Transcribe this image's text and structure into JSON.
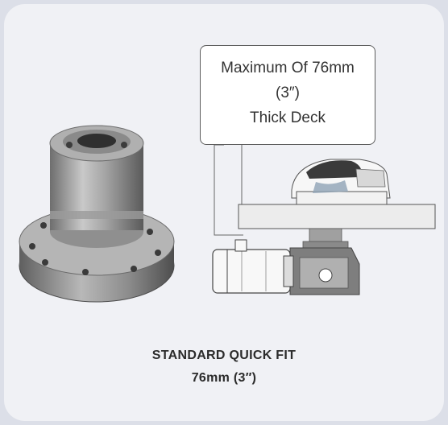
{
  "callout": {
    "line1": "Maximum Of 76mm",
    "line2": "(3″)",
    "line3": "Thick Deck"
  },
  "caption": {
    "line1": "STANDARD QUICK FIT",
    "line2": "76mm (3″)"
  },
  "colors": {
    "page_bg": "#dcdfe8",
    "card_bg": "#f0f1f5",
    "deck": "#ececec",
    "outline": "#555555",
    "metal": "#9a9a9a"
  }
}
